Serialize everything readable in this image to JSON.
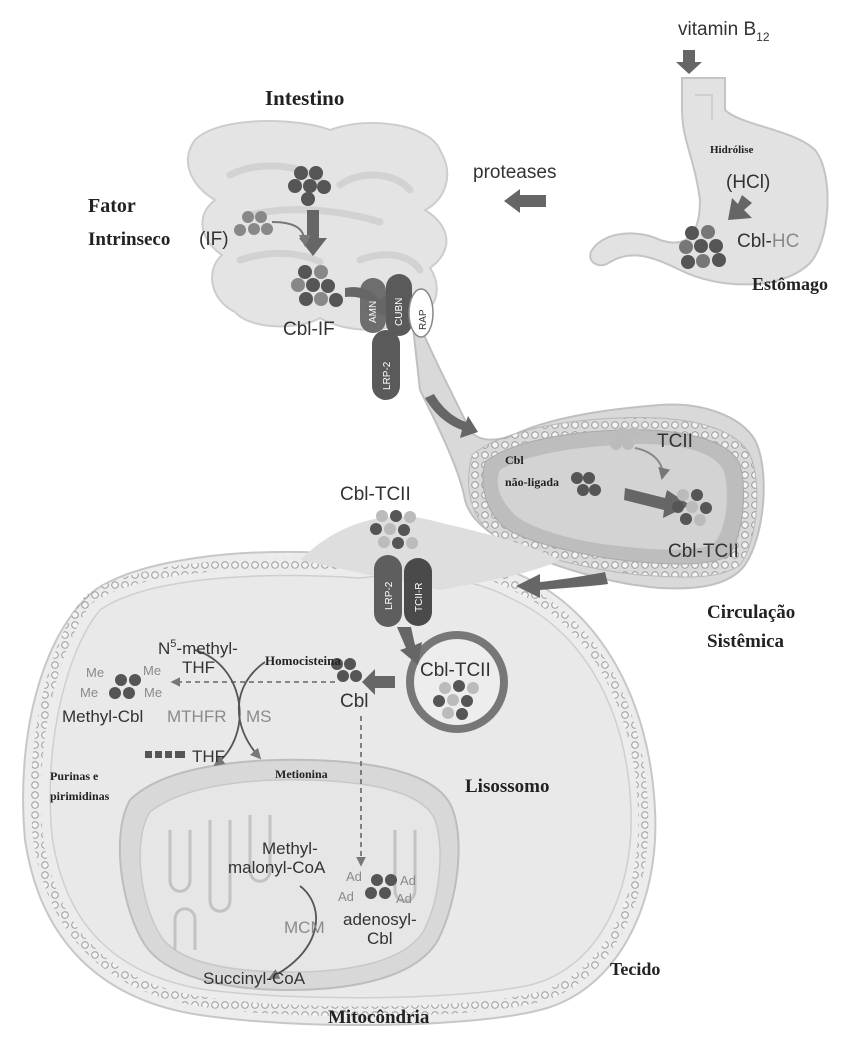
{
  "labels": {
    "vitamin": "vitamin B",
    "vitamin_sub": "12",
    "intestino": "Intestino",
    "proteases": "proteases",
    "hidrolise": "Hidrólise",
    "hcl": "(HCl)",
    "cbl_hc_a": "Cbl-",
    "cbl_hc_b": "HC",
    "estomago": "Estômago",
    "fator_1": "Fator",
    "fator_2": "Intrinseco",
    "if": "(IF)",
    "cbl_if": "Cbl-IF",
    "amn": "AMN",
    "cubn": "CUBN",
    "lrp2_top": "LRP-2",
    "rap": "RAP",
    "tcii": "TCII",
    "cbl_free_1": "Cbl",
    "cbl_free_2": "não-ligada",
    "cbl_tcii_vessel": "Cbl-TCII",
    "cbl_tcii_top": "Cbl-TCII",
    "lrp2_cell": "LRP-2",
    "tcii_r": "TCII-R",
    "circulacao_1": "Circulação",
    "circulacao_2": "Sistêmica",
    "n5_prefix": "N",
    "n5_sup": "5",
    "n5_rest": "-methyl-",
    "thf_top": "THF",
    "homocisteina": "Homocisteina",
    "me": "Me",
    "methyl_cbl": "Methyl-Cbl",
    "mthfr": "MTHFR",
    "ms": "MS",
    "cbl": "Cbl",
    "cbl_tcii_lys": "Cbl-TCII",
    "thf": "THF",
    "purinas_1": "Purinas e",
    "purinas_2": "pirimidinas",
    "metionina": "Metionina",
    "lisossomo": "Lisossomo",
    "methyl_mal_1": "Methyl-",
    "methyl_mal_2": "malonyl-CoA",
    "ad": "Ad",
    "mcm": "MCM",
    "adenosyl_1": "adenosyl-",
    "adenosyl_2": "Cbl",
    "succinyl": "Succinyl-CoA",
    "mitocondria": "Mitocôndria",
    "tecido": "Tecido"
  },
  "colors": {
    "organ": "#e3e3e3",
    "organ_dark": "#cfcfcf",
    "dot_dark": "#555555",
    "dot_light": "#9a9a9a",
    "arrow": "#666666",
    "receptor": "#5a5a5a"
  }
}
